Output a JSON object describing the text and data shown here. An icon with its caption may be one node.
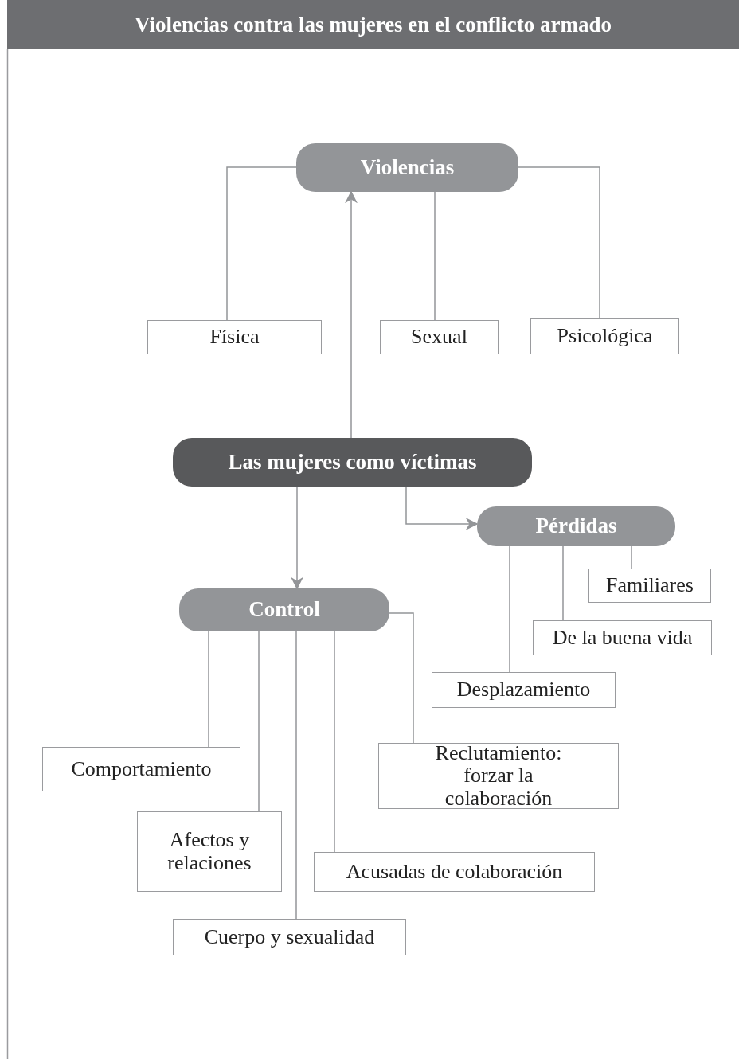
{
  "diagram": {
    "title": "Violencias contra las mujeres en el conflicto armado",
    "nodes": [
      {
        "text": [
          "Violencias"
        ]
      },
      {
        "text": [
          "Física"
        ]
      },
      {
        "text": [
          "Sexual"
        ]
      },
      {
        "text": [
          "Psicológica"
        ]
      },
      {
        "text": [
          "Las mujeres como víctimas"
        ]
      },
      {
        "text": [
          "Pérdidas"
        ]
      },
      {
        "text": [
          "Familiares"
        ]
      },
      {
        "text": [
          "De la buena vida"
        ]
      },
      {
        "text": [
          "Desplazamiento"
        ]
      },
      {
        "text": [
          "Control"
        ]
      },
      {
        "text": [
          "Comportamiento"
        ]
      },
      {
        "text": [
          "Afectos y relaciones"
        ]
      },
      {
        "text": [
          "Cuerpo y sexualidad"
        ]
      },
      {
        "text": [
          "Acusadas de colaboración"
        ]
      },
      {
        "text": [
          "Reclutamiento: forzar la colaboración"
        ]
      }
    ],
    "edges": [
      {
        "from": 0,
        "to": 1,
        "arrow": "none"
      },
      {
        "from": 0,
        "to": 2,
        "arrow": "none"
      },
      {
        "from": 0,
        "to": 3,
        "arrow": "none"
      },
      {
        "from": 4,
        "to": 0,
        "arrow": "to"
      },
      {
        "from": 4,
        "to": 5,
        "arrow": "to"
      },
      {
        "from": 4,
        "to": 9,
        "arrow": "to"
      },
      {
        "from": 5,
        "to": 6,
        "arrow": "none"
      },
      {
        "from": 5,
        "to": 7,
        "arrow": "none"
      },
      {
        "from": 5,
        "to": 8,
        "arrow": "none"
      },
      {
        "from": 9,
        "to": 10,
        "arrow": "none"
      },
      {
        "from": 9,
        "to": 11,
        "arrow": "none"
      },
      {
        "from": 9,
        "to": 12,
        "arrow": "none"
      },
      {
        "from": 9,
        "to": 13,
        "arrow": "none"
      },
      {
        "from": 9,
        "to": 14,
        "arrow": "none"
      }
    ]
  }
}
